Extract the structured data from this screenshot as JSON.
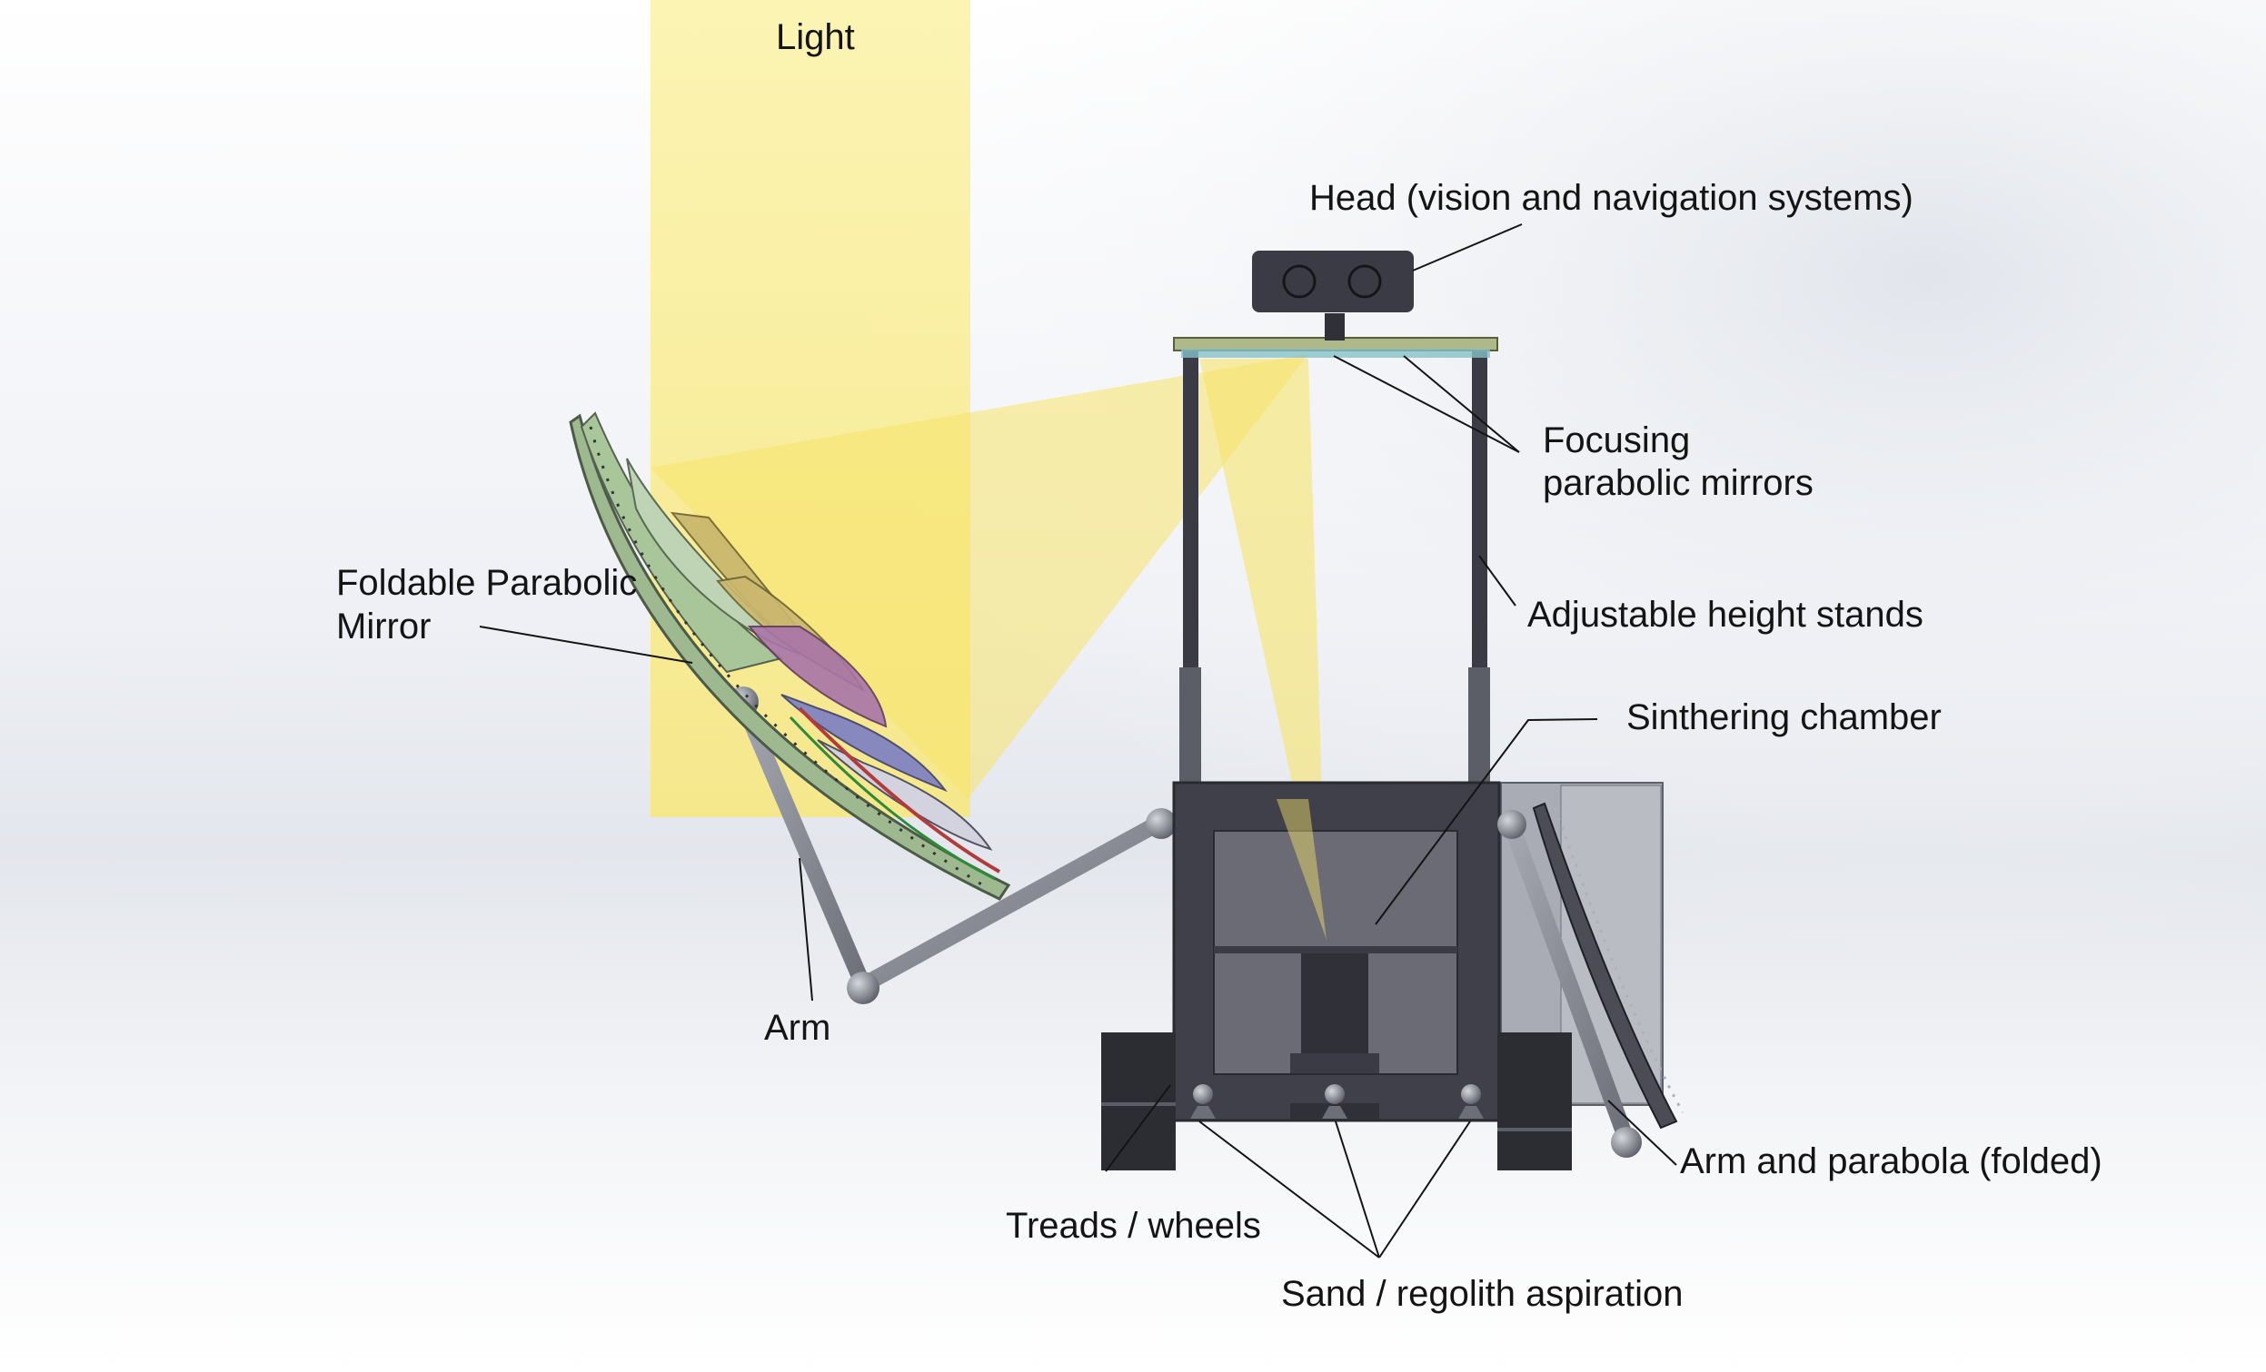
{
  "labels": {
    "light": "Light",
    "head": "Head (vision and navigation systems)",
    "focusing_line1": "Focusing",
    "focusing_line2": "parabolic mirrors",
    "foldable_line1": "Foldable Parabolic",
    "foldable_line2": "Mirror",
    "stands": "Adjustable height stands",
    "chamber": "Sinthering chamber",
    "arm": "Arm",
    "treads": "Treads / wheels",
    "folded": "Arm and parabola (folded)",
    "aspiration": "Sand / regolith aspiration"
  },
  "colors": {
    "light_beam": "#fbee8c",
    "frame": "#3f4049",
    "frame_window": "#6a6b74",
    "head": "#3a3b44",
    "arm": "#8a8d96",
    "tread": "#2c2d33",
    "mirror_green": "#a9c69a",
    "mirror_gold": "#c8b56a",
    "mirror_purple": "#a974a8",
    "mirror_blue": "#7c7fc4",
    "side_panel": "#a9acb4"
  }
}
